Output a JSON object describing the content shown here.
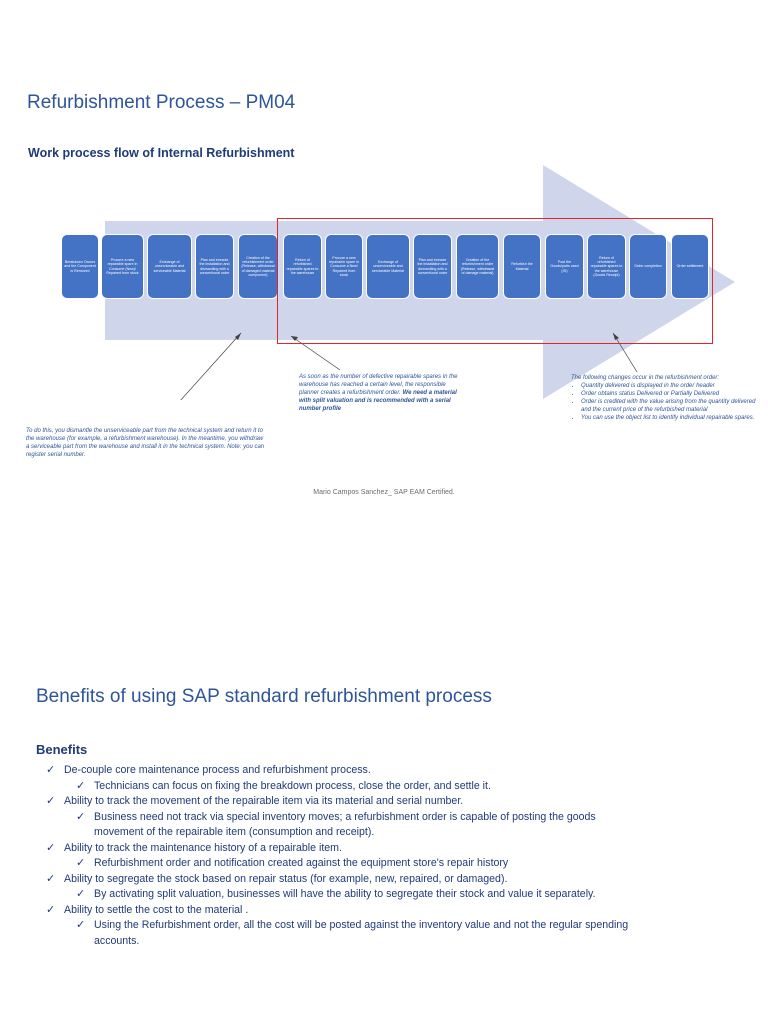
{
  "slide1": {
    "title": "Refurbishment Process – PM04",
    "subtitle": "Work process flow of Internal Refurbishment",
    "steps": [
      "Breakdown Occurs and the Component is Removed",
      "Procure a new repairable spare in Consume (New)/ Repaired from stock",
      "Exchange of unserviceable and serviceable Material",
      "Plan and execute the installation and dismantling with a conventional order",
      "Creation of the refurbishment order (Release, withdrawal of damaged material component)",
      "Return of refurbished repairable spares to the warehouse",
      "Procure a new repairable spare in Consume a New/ Repaired from stock",
      "Exchange of unserviceable and serviceable Material",
      "Plan and execute the installation and dismantling with a conventional order",
      "Creation of the refurbishment order (Release, withdrawal of damage material)",
      "Refurbish the Material",
      "Post the Goods/parts used (GI)",
      "Return of refurbished repairable spares to the warehouse (Goods Receipt)",
      "Order completion",
      "Order settlement"
    ],
    "callout_left": "To do this, you dismantle the unserviceable part  from the technical system and return it to the warehouse (for example, a refurbishment warehouse). In the meantime, you withdraw a serviceable part from the warehouse and install it in the technical system. Note: you can register serial number.",
    "callout_middle": {
      "text": "As soon as the number of defective repairable spares in the warehouse has reached a certain level, the responsible planner creates a refurbishment order.",
      "bold": "We need  a material with split valuation and is recommended with a serial number profile"
    },
    "callout_right": {
      "intro": "The following changes occur in the refurbishment order:",
      "bullets": [
        "Quantity delivered is displayed in the order header",
        "Order obtains status Delivered or Partially Delivered",
        "Order is credited with the value arising from the quantity delivered and the current price of the refurbished material",
        "You can use the object list to identify individual repairable spares."
      ]
    },
    "credit": "Mario Campos Sanchez_ SAP EAM Certified."
  },
  "slide2": {
    "title": "Benefits of using SAP standard refurbishment process",
    "heading": "Benefits",
    "items": [
      {
        "level": 1,
        "text": "De-couple core maintenance process and refurbishment process."
      },
      {
        "level": 2,
        "text": "Technicians can focus on fixing the breakdown process, close the order, and settle it."
      },
      {
        "level": 1,
        "text": "Ability to track the movement of the repairable item via its material and serial number."
      },
      {
        "level": 2,
        "text": "Business need not  track via special inventory moves; a refurbishment order is capable of posting the goods movement of the repairable item (consumption and receipt)."
      },
      {
        "level": 1,
        "text": "Ability to track the maintenance history of a repairable item."
      },
      {
        "level": 2,
        "text": "Refurbishment order and notification created against the equipment store's repair history"
      },
      {
        "level": 1,
        "text": "Ability to segregate the stock based on repair status (for example, new, repaired, or damaged)."
      },
      {
        "level": 2,
        "text": "By activating split valuation, businesses will have the ability to segregate their stock and value it separately."
      },
      {
        "level": 1,
        "text": "Ability to settle the cost to the material ."
      },
      {
        "level": 2,
        "text": "Using the Refurbishment order, all the cost will be posted against the inventory value and not the regular spending accounts."
      }
    ]
  },
  "colors": {
    "box_fill": "#4472c4",
    "arrow_fill": "#cfd5ea",
    "highlight_frame": "#e4242a",
    "title_text": "#2e5597",
    "body_text": "#1f3b78"
  },
  "icons": {
    "bullet": "check-icon"
  }
}
